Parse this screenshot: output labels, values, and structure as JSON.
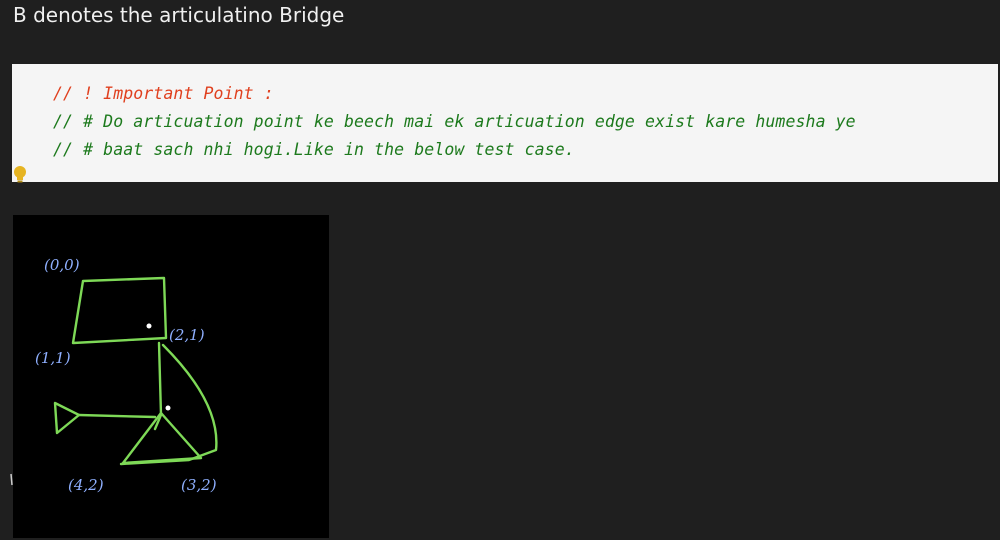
{
  "heading": {
    "text": "B denotes the articulatino Bridge"
  },
  "code_block": {
    "lines": [
      "// ! Important Point :",
      "// # Do articuation point ke beech mai ek articuation edge exist kare humesha ye",
      "// # baat sach nhi hogi.Like in the below test case."
    ],
    "colors": {
      "background": "#f5f5f5",
      "comment_heading": "#e0401f",
      "comment_text": "#1d7a1d"
    }
  },
  "lightbulb": {
    "icon": "lightbulb-icon",
    "color": "#e6b422"
  },
  "sketch": {
    "labels": [
      "(0,0)",
      "(2,1)",
      "(1,1)",
      "(4,2)",
      "(3,2)"
    ],
    "colors": {
      "background": "#000000",
      "stroke": "#7ed957",
      "labels": "#8fb0ff"
    }
  },
  "page": {
    "background": "#1f1f1f"
  }
}
